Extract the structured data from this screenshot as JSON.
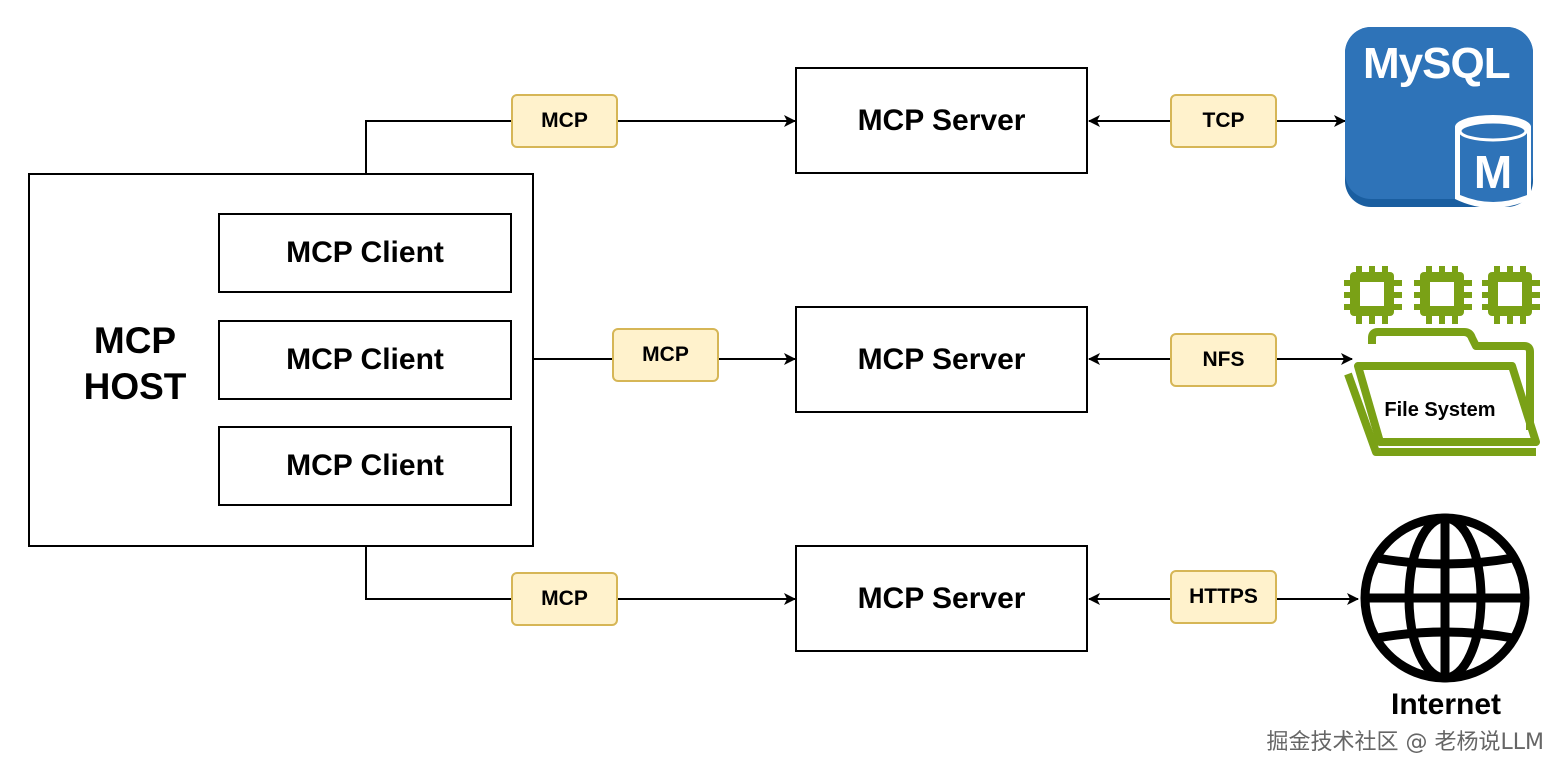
{
  "host": {
    "label": "MCP\nHOST"
  },
  "clients": [
    {
      "label": "MCP Client"
    },
    {
      "label": "MCP Client"
    },
    {
      "label": "MCP Client"
    }
  ],
  "servers": [
    {
      "label": "MCP Server"
    },
    {
      "label": "MCP Server"
    },
    {
      "label": "MCP Server"
    }
  ],
  "protocols": {
    "client_server": [
      "MCP",
      "MCP",
      "MCP"
    ],
    "server_resource": [
      "TCP",
      "NFS",
      "HTTPS"
    ]
  },
  "resources": {
    "mysql": {
      "label": "MySQL",
      "badge": "M",
      "color": "#2e73b8"
    },
    "filesystem": {
      "label": "File System",
      "color": "#7aa116"
    },
    "internet": {
      "label": "Internet"
    }
  },
  "watermark": "掘金技术社区 @ 老杨说LLM"
}
